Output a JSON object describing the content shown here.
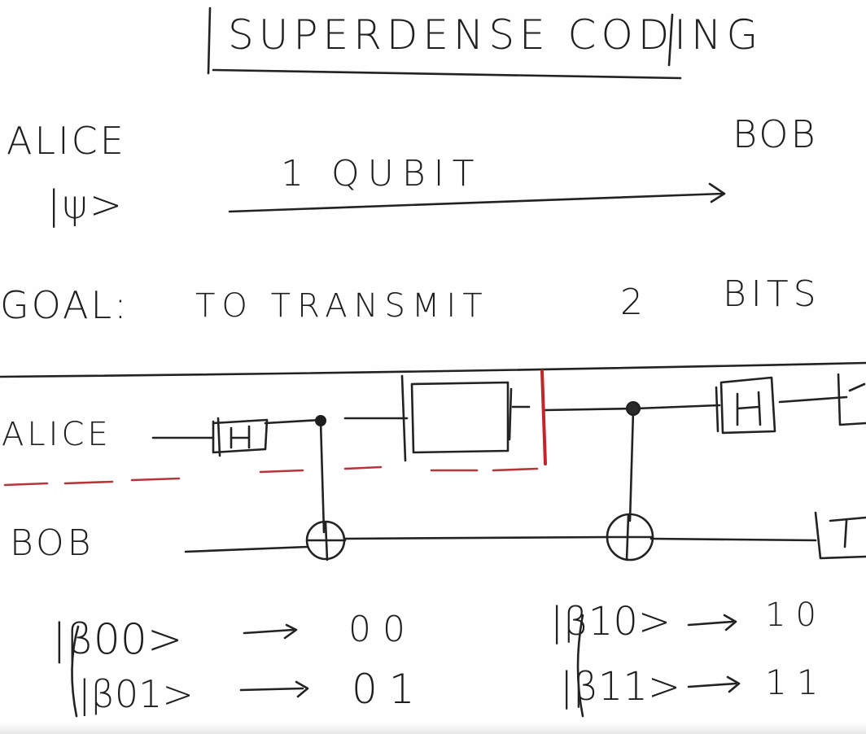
{
  "title": "SUPERDENSE CODING",
  "sender": {
    "name": "ALICE",
    "state": "|ψ>"
  },
  "receiver": {
    "name": "BOB"
  },
  "transfer_label": "1 QUBIT",
  "goal": {
    "label": "GOAL:",
    "text": "TO TRANSMIT",
    "count": "2",
    "unit": "BITS"
  },
  "circuit": {
    "wire_labels": [
      "ALICE",
      "BOB"
    ],
    "gates": [
      "H",
      "H"
    ]
  },
  "encoding_table": [
    {
      "state": "|β00>",
      "bits": "00"
    },
    {
      "state": "|β01>",
      "bits": "01"
    },
    {
      "state": "|β10>",
      "bits": "10"
    },
    {
      "state": "|β11>",
      "bits": "11"
    }
  ],
  "colors": {
    "ink": "#1e1e1e",
    "red_marker": "#c0262a",
    "red_dash": "#b5353a"
  }
}
